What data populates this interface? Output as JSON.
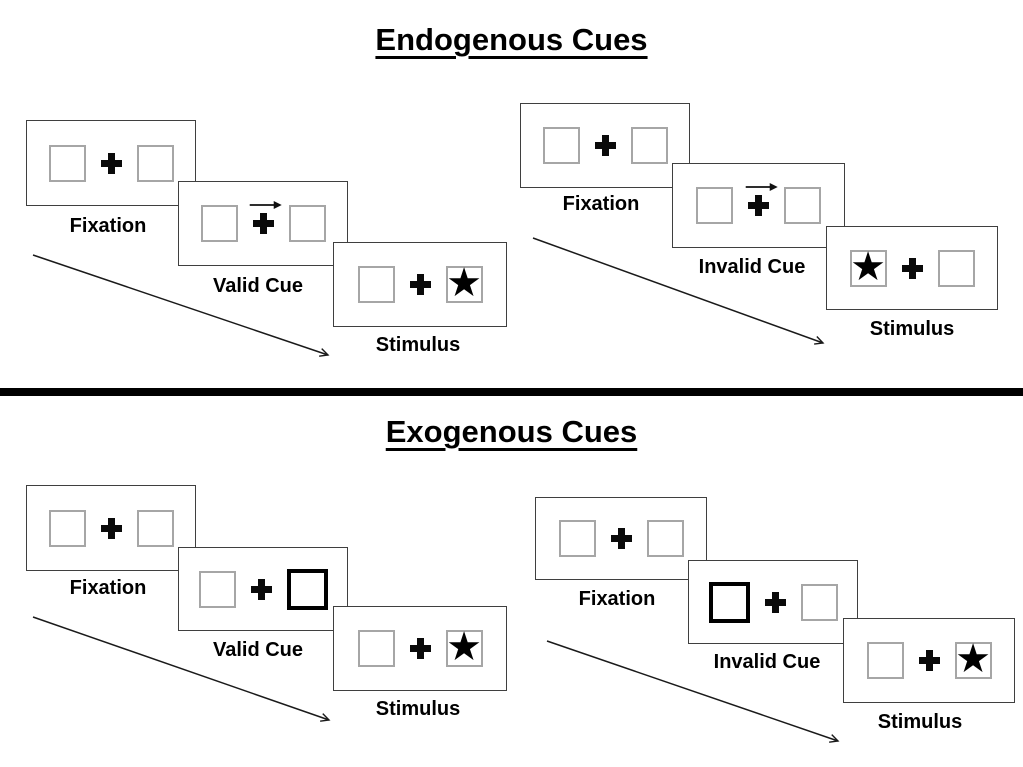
{
  "sections": [
    {
      "title": "Endogenous Cues",
      "groups": [
        {
          "panels": [
            {
              "label": "Fixation"
            },
            {
              "label": "Valid Cue",
              "cue": "right-arrow-above-fixation-cross"
            },
            {
              "label": "Stimulus",
              "star_side": "right"
            }
          ]
        },
        {
          "panels": [
            {
              "label": "Fixation"
            },
            {
              "label": "Invalid Cue",
              "cue": "right-arrow-above-fixation-cross"
            },
            {
              "label": "Stimulus",
              "star_side": "left"
            }
          ]
        }
      ]
    },
    {
      "title": "Exogenous Cues",
      "groups": [
        {
          "panels": [
            {
              "label": "Fixation"
            },
            {
              "label": "Valid Cue",
              "cue": "thick-box-right"
            },
            {
              "label": "Stimulus",
              "star_side": "right"
            }
          ]
        },
        {
          "panels": [
            {
              "label": "Fixation"
            },
            {
              "label": "Invalid Cue",
              "cue": "thick-box-left"
            },
            {
              "label": "Stimulus",
              "star_side": "right"
            }
          ]
        }
      ]
    }
  ],
  "glyphs": {
    "star": "★"
  },
  "icons": {
    "fixation-cross-icon": "heavy black plus",
    "cue-arrow-icon": "thin rightward arrow",
    "target-star-icon": "black five-point star",
    "timeline-arrow-icon": "diagonal down-right arrow"
  },
  "colors": {
    "background": "#ffffff",
    "panel_border": "#3f3f3f",
    "square_border": "#a6a6a6",
    "ink": "#000000"
  }
}
